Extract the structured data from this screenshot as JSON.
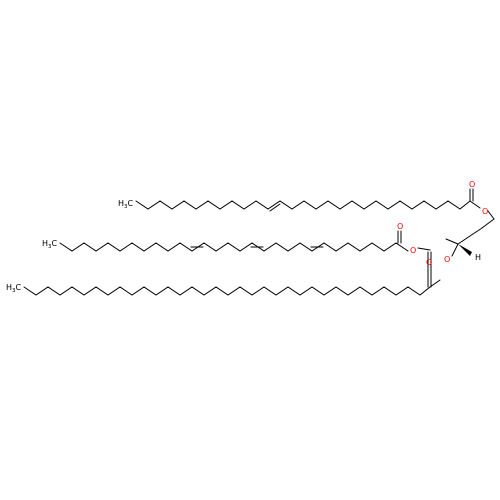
{
  "molecule": {
    "atoms": {
      "o_ester1": "O",
      "o_carbonyl1": "O",
      "o_ester2": "O",
      "o_carbonyl2": "O",
      "o_ester3": "O",
      "o_carbonyl3": "O",
      "h_stereo": "H",
      "ch3_1_main": "H",
      "ch3_1_sub": "3",
      "ch3_1_tail": "C",
      "ch3_2_main": "H",
      "ch3_2_sub": "3",
      "ch3_2_tail": "C",
      "ch3_3_main": "H",
      "ch3_3_sub": "3",
      "ch3_3_tail": "C"
    },
    "colors": {
      "bond": "#000000",
      "oxygen": "#ff0000",
      "background": "#ffffff"
    }
  }
}
